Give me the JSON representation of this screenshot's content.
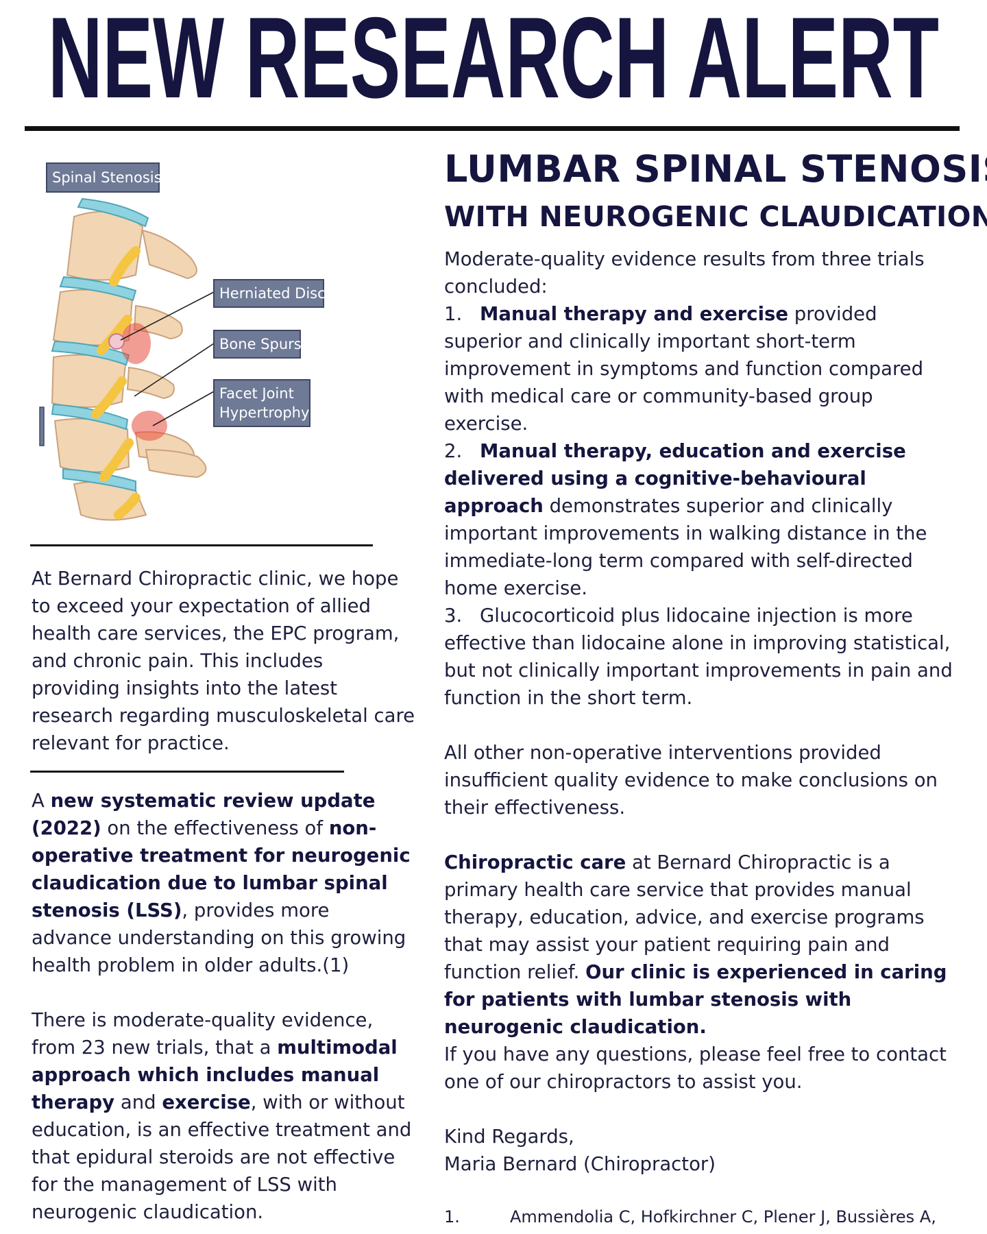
{
  "header": {
    "headline": "NEW RESEARCH ALERT"
  },
  "illustration": {
    "title_label": "Spinal Stenosis",
    "labels": {
      "herniated_disc": "Herniated Disc",
      "bone_spurs": "Bone Spurs",
      "facet_joint_line1": "Facet Joint",
      "facet_joint_line2": "Hypertrophy"
    },
    "colors": {
      "label_box": "#6e7a96",
      "bone": "#f2d5b3",
      "disc": "#8fd3e0",
      "nerve": "#f5c542",
      "inflammation": "#e74c3c"
    }
  },
  "left": {
    "intro": "At Bernard Chiropractic clinic, we hope to exceed your expectation of allied health care services, the EPC program, and chronic pain. This includes providing insights into the latest research regarding musculoskeletal care relevant for practice.",
    "review": {
      "t1": "A ",
      "b1": "new systematic review update (2022)",
      "t2": " on the effectiveness of ",
      "b2": "non-operative treatment for neurogenic claudication due to lumbar spinal stenosis (LSS)",
      "t3": ", provides more advance understanding on this growing health problem in older adults.(1)"
    },
    "evidence": {
      "t1": "There is moderate-quality evidence, from 23 new trials, that a ",
      "b1": "multimodal approach which includes manual therapy",
      "t2": " and ",
      "b2": "exercise",
      "t3": ", with or without education, is an effective treatment and that epidural steroids are not effective for the management of LSS with neurogenic claudication."
    }
  },
  "right": {
    "title_line1": "LUMBAR SPINAL STENOSIS",
    "title_line2": "WITH NEUROGENIC CLAUDICATION",
    "lead": "Moderate-quality evidence results from three trials concluded:",
    "findings": [
      {
        "num": "1.",
        "bold": "Manual therapy and exercise",
        "text": " provided superior and clinically important short-term improvement in symptoms and function compared with medical care or community-based group exercise."
      },
      {
        "num": "2.",
        "bold": "Manual therapy, education and exercise delivered using a cognitive-behavioural approach",
        "text": " demonstrates superior and clinically important improvements in walking distance in the immediate-long term compared with self-directed home exercise."
      },
      {
        "num": "3.",
        "bold": "",
        "text": "Glucocorticoid plus lidocaine injection is more effective than lidocaine alone in improving statistical, but not clinically important improvements in pain and function in the short term."
      }
    ],
    "other": "All other non-operative interventions provided insufficient quality evidence to make conclusions on their effectiveness.",
    "care": {
      "b1": "Chiropractic care",
      "t1": " at Bernard Chiropractic is a primary health care service that provides manual therapy, education, advice, and exercise programs that may assist your patient requiring pain and function relief. ",
      "b2": "Our clinic is experienced in caring for patients with lumbar stenosis with neurogenic claudication.",
      "t2": "If you have any questions, please feel free to contact one of our chiropractors to assist you."
    },
    "signoff": {
      "line1": "Kind Regards,",
      "line2": "Maria Bernard (Chiropractor)"
    },
    "reference": {
      "num": "1.",
      "text": "Ammendolia C, Hofkirchner C, Plener J, Bussières A,"
    }
  }
}
